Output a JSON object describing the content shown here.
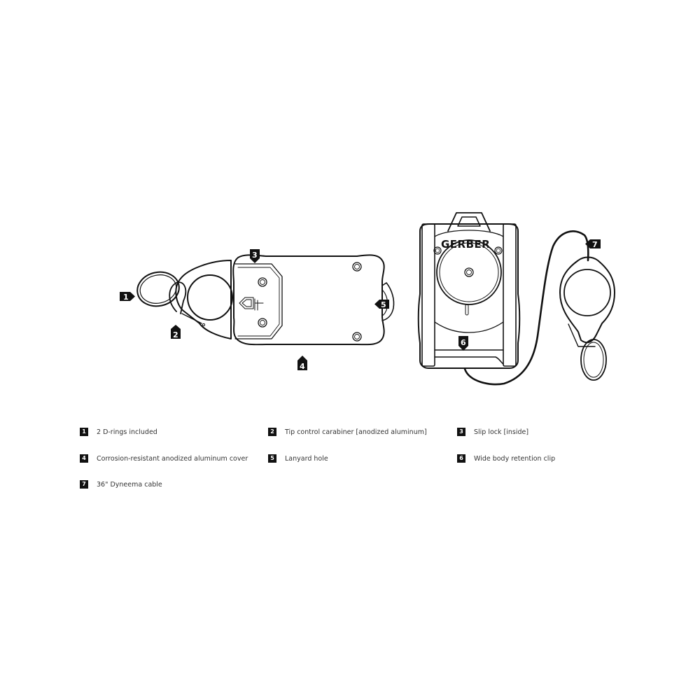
{
  "diagram": {
    "brand_logo_text": "GERBER",
    "callouts": [
      {
        "num": "1"
      },
      {
        "num": "2"
      },
      {
        "num": "3"
      },
      {
        "num": "4"
      },
      {
        "num": "5"
      },
      {
        "num": "6"
      },
      {
        "num": "7"
      }
    ],
    "colors": {
      "line": "#111111",
      "badge": "#111111",
      "badge_text": "#ffffff",
      "legend_text": "#333333",
      "background": "#ffffff"
    }
  },
  "legend": {
    "items": [
      {
        "num": "1",
        "label": "2 D-rings included"
      },
      {
        "num": "2",
        "label": "Tip control carabiner [anodized aluminum]"
      },
      {
        "num": "3",
        "label": "Slip lock [inside]"
      },
      {
        "num": "4",
        "label": "Corrosion-resistant anodized aluminum cover"
      },
      {
        "num": "5",
        "label": "Lanyard hole"
      },
      {
        "num": "6",
        "label": "Wide body retention clip"
      },
      {
        "num": "7",
        "label": "36\" Dyneema cable"
      }
    ]
  }
}
